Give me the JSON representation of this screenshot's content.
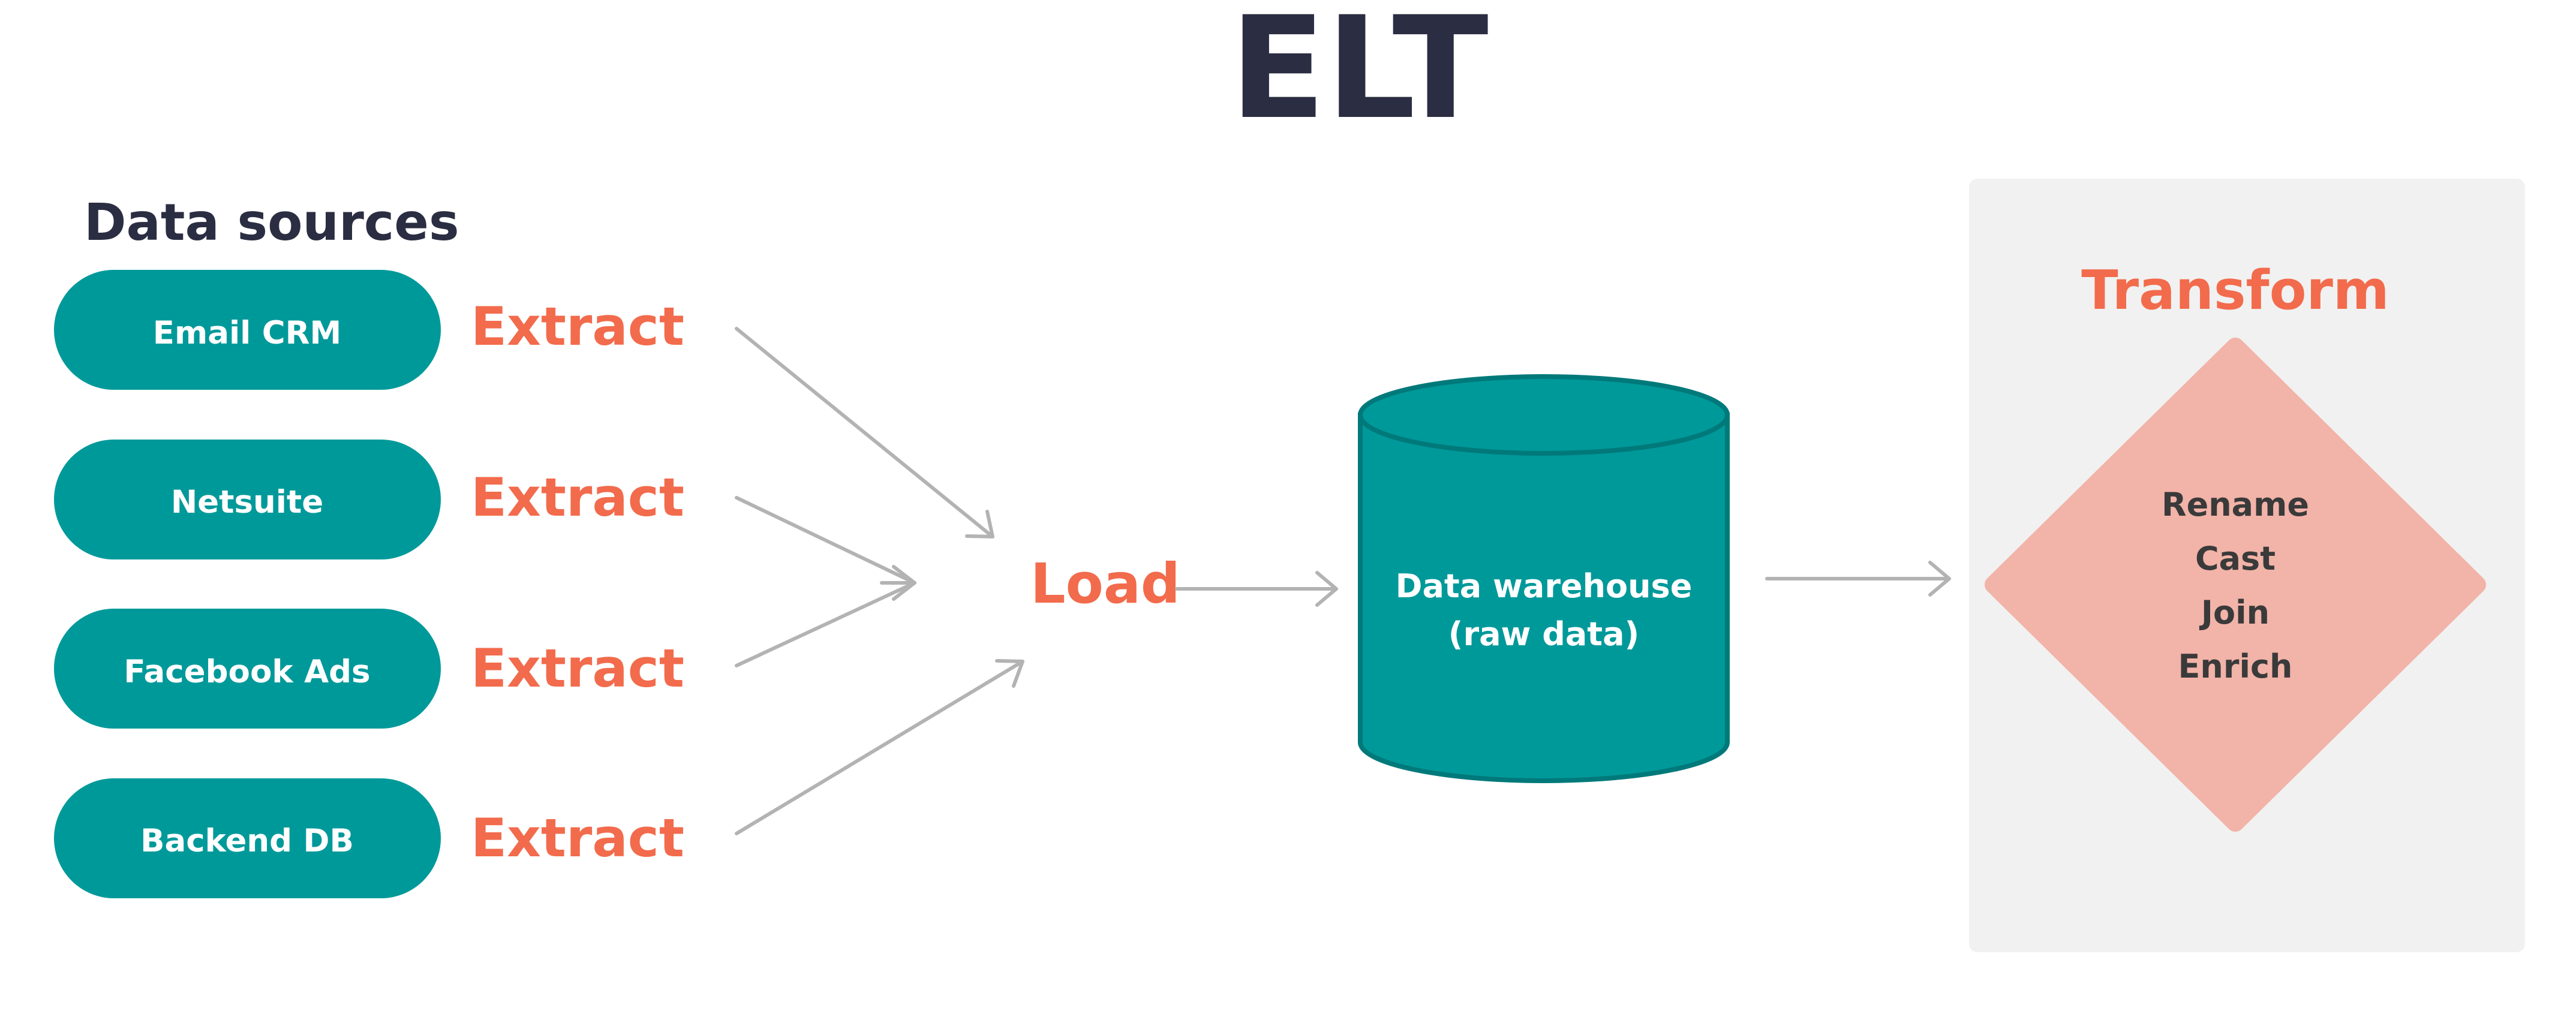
{
  "title": "ELT",
  "sources_heading": "Data sources",
  "sources": [
    {
      "label": "Email CRM",
      "step": "Extract"
    },
    {
      "label": "Netsuite",
      "step": "Extract"
    },
    {
      "label": "Facebook Ads",
      "step": "Extract"
    },
    {
      "label": "Backend DB",
      "step": "Extract"
    }
  ],
  "load_label": "Load",
  "warehouse": {
    "line1": "Data warehouse",
    "line2": "(raw data)"
  },
  "transform": {
    "heading": "Transform",
    "operations": [
      "Rename",
      "Cast",
      "Join",
      "Enrich"
    ]
  },
  "colors": {
    "teal": "#00999a",
    "teal_dark": "#00797a",
    "orange": "#f26b4c",
    "salmon": "#f2b3a8",
    "panel": "#f1f1f1",
    "arrow": "#b3b3b3",
    "navy": "#2b2d42"
  }
}
